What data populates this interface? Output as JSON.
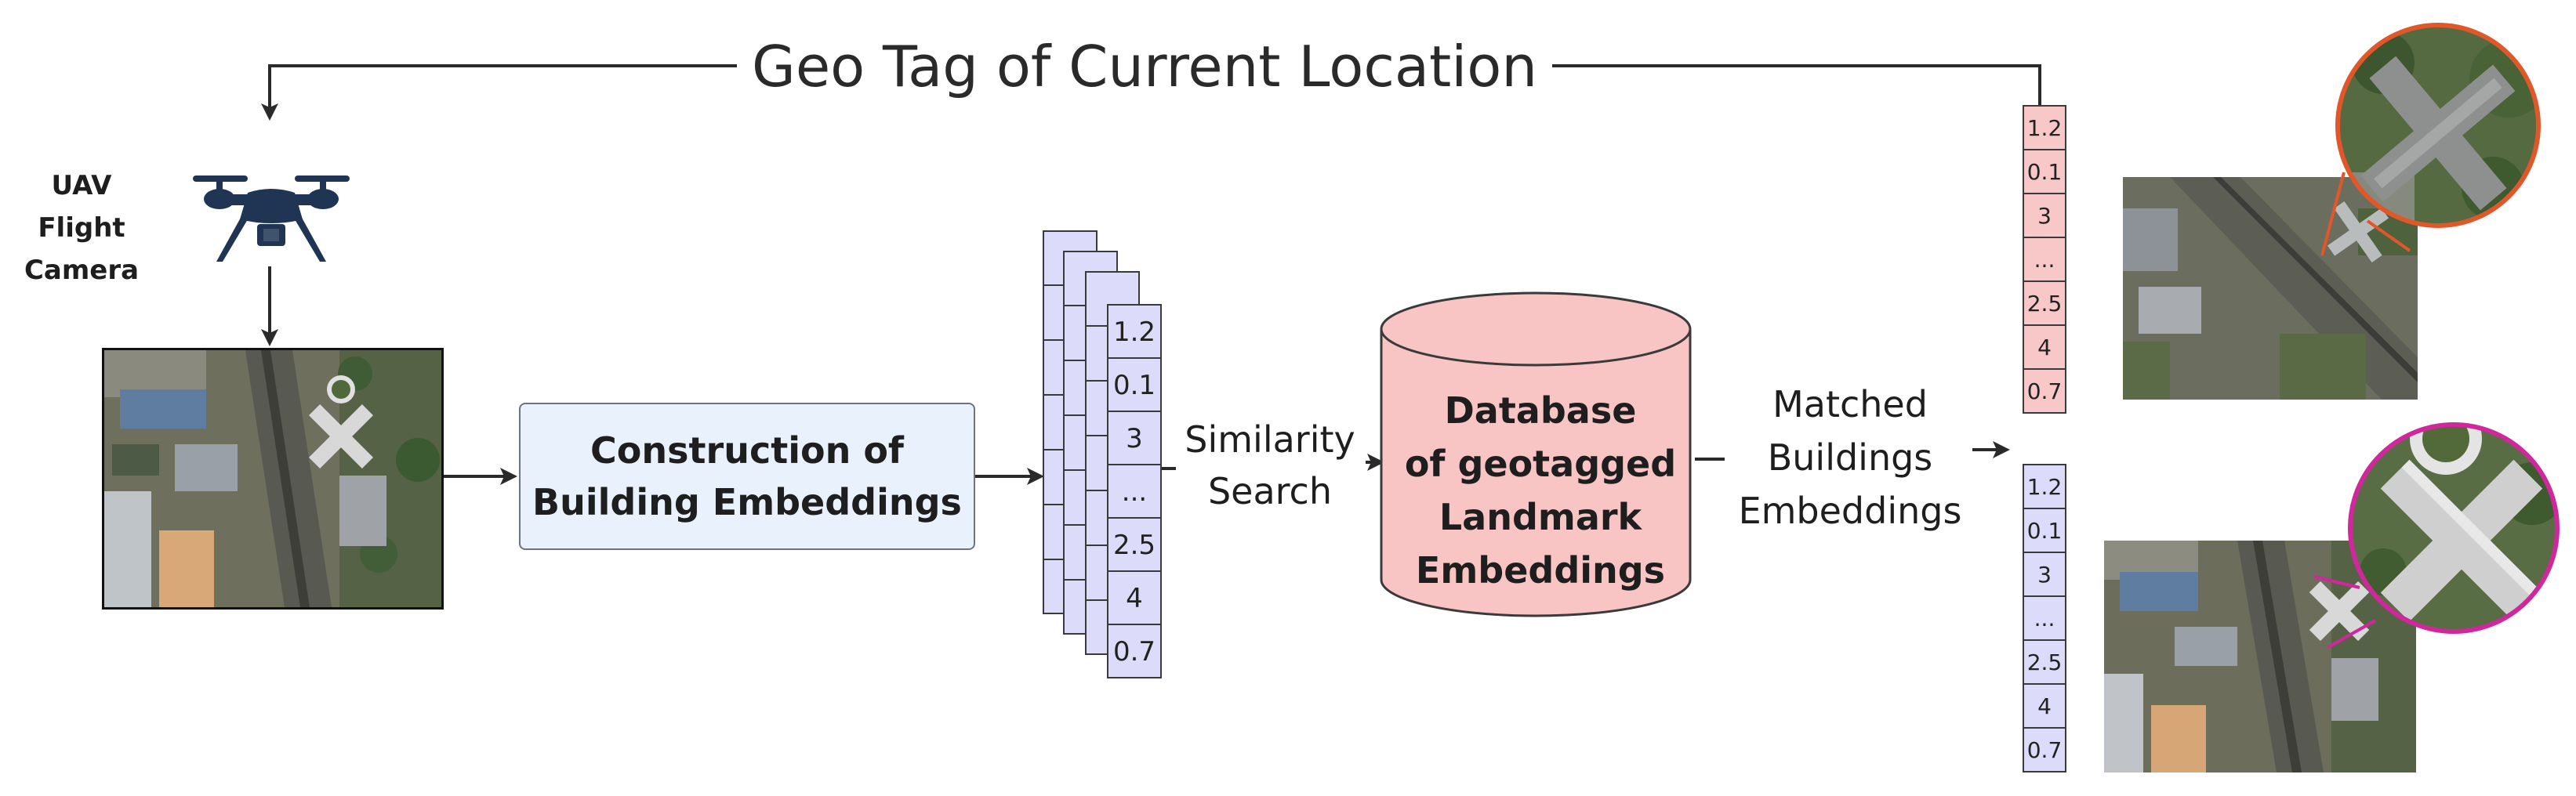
{
  "title": "Geo Tag of Current Location",
  "uav": {
    "label_line1": "UAV Flight",
    "label_line2": "Camera"
  },
  "construction": {
    "line1": "Construction of",
    "line2": "Building Embeddings"
  },
  "similarity": {
    "line1": "Similarity",
    "line2": "Search"
  },
  "database": {
    "line1": "Database",
    "line2": "of geotagged",
    "line3": "Landmark",
    "line4": "Embeddings"
  },
  "matched": {
    "line1": "Matched",
    "line2": "Buildings",
    "line3": "Embeddings"
  },
  "query_embedding": [
    "1.2",
    "0.1",
    "3",
    "...",
    "2.5",
    "4",
    "0.7"
  ],
  "match_top_embedding": [
    "1.2",
    "0.1",
    "3",
    "...",
    "2.5",
    "4",
    "0.7"
  ],
  "match_bottom_embedding": [
    "1.2",
    "0.1",
    "3",
    "...",
    "2.5",
    "4",
    "0.7"
  ],
  "colors": {
    "construction_fill": "#e9f2fc",
    "embedding_blue": "#dcdcfa",
    "embedding_pink": "#f8c8c8",
    "database_fill": "#f8c4c4",
    "top_zoom_ring": "#e0582a",
    "bottom_zoom_ring": "#d0279c",
    "drone": "#1f3553"
  },
  "icons": [
    "drone-icon",
    "aerial-photo",
    "zoom-lens"
  ]
}
